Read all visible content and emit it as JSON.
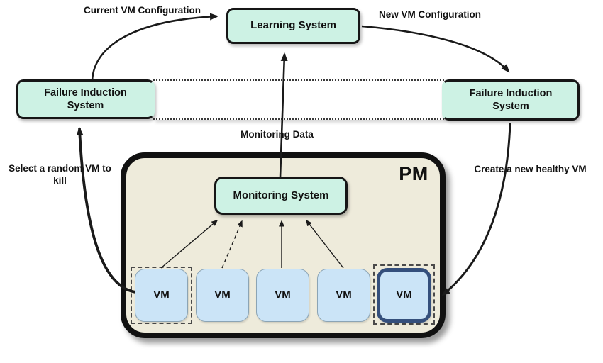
{
  "colors": {
    "background": "#ffffff",
    "node_mint": "#cdf2e4",
    "pm_fill": "#eeebdb",
    "vm_fill": "#cbe4f7",
    "vm_border": "#8ba4b5",
    "highlight_vm_border": "#344f7c",
    "line": "#1a1a1a"
  },
  "nodes": {
    "learning_system": {
      "label": "Learning System"
    },
    "failure_induction_left": {
      "label": "Failure Induction System"
    },
    "failure_induction_right": {
      "label": "Failure Induction System"
    },
    "monitoring_system": {
      "label": "Monitoring System"
    },
    "pm": {
      "label": "PM"
    },
    "vms": [
      {
        "label": "VM",
        "highlighted": false,
        "dashed_outline": true
      },
      {
        "label": "VM",
        "highlighted": false,
        "dashed_outline": false
      },
      {
        "label": "VM",
        "highlighted": false,
        "dashed_outline": false
      },
      {
        "label": "VM",
        "highlighted": false,
        "dashed_outline": false
      },
      {
        "label": "VM",
        "highlighted": true,
        "dashed_outline": true
      }
    ]
  },
  "edges": {
    "current_vm_configuration": {
      "label": "Current VM Configuration",
      "from": "failure-induction-left",
      "to": "learning-system"
    },
    "new_vm_configuration": {
      "label": "New VM Configuration",
      "from": "learning-system",
      "to": "failure-induction-right"
    },
    "monitoring_data": {
      "label": "Monitoring Data",
      "from": "monitoring-system",
      "to": "learning-system"
    },
    "select_random_vm": {
      "label": "Select a random VM to kill",
      "from": "vm-1",
      "to": "failure-induction-left"
    },
    "create_new_vm": {
      "label": "Create a new healthy VM",
      "from": "failure-induction-right",
      "to": "vm-5"
    }
  }
}
